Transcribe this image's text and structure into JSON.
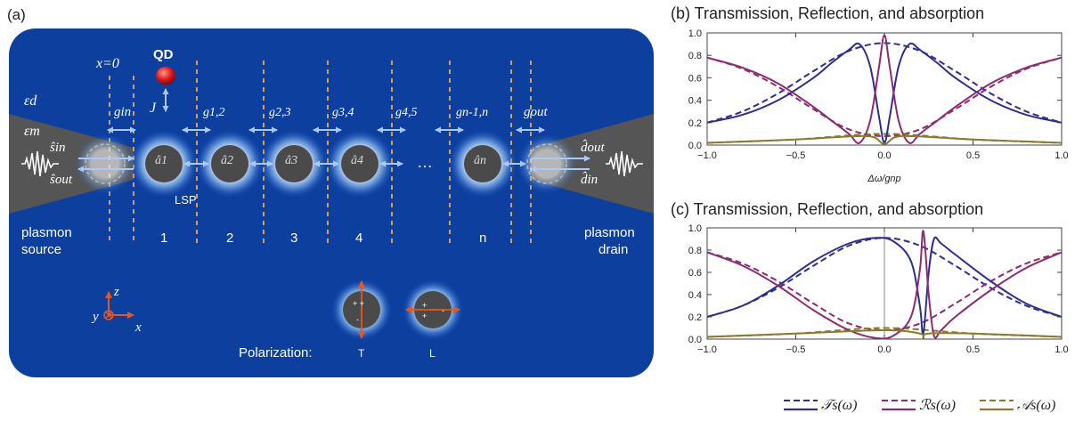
{
  "panel_a": {
    "label": "(a)",
    "x0_label": "x=0",
    "qd_label": "QD",
    "j_label": "J",
    "eps_d": "εd",
    "eps_m": "εm",
    "s_in": "ŝin",
    "s_out": "ŝout",
    "d_out": "d̂out",
    "d_in": "d̂in",
    "g_in": "gin",
    "g_out": "gout",
    "couplings": [
      "g1,2",
      "g2,3",
      "g3,4",
      "g4,5",
      "gn-1,n"
    ],
    "modes": [
      "â1",
      "â2",
      "â3",
      "â4",
      "ân"
    ],
    "numbers": [
      "1",
      "2",
      "3",
      "4",
      "n"
    ],
    "dots": "…",
    "lsp": "LSP",
    "source": [
      "plasmon",
      "source"
    ],
    "drain": [
      "plasmon",
      "drain"
    ],
    "axis_z": "z",
    "axis_y": "y",
    "axis_x": "x",
    "polarization": "Polarization:",
    "pol_T": "T",
    "pol_L": "L",
    "colors": {
      "background": "#0d3f9f",
      "particle": "#4a4a4a",
      "arrow": "#a9c9ff",
      "accent": "#e8561c",
      "dashed": "#c9a070"
    }
  },
  "legend": {
    "T": "𝒯s(ω)",
    "R": "ℛs(ω)",
    "A": "𝒜s(ω)"
  },
  "chart_data": [
    {
      "type": "line",
      "title": "(b) Transmission, Reflection, and absorption",
      "xlabel": "Δω/gnp",
      "ylabel": "",
      "xlim": [
        -1.0,
        1.0
      ],
      "ylim": [
        0.0,
        1.0
      ],
      "xticks": [
        "−1.0",
        "−0.5",
        "0.0",
        "0.5",
        "1.0"
      ],
      "yticks": [
        "0.0",
        "0.2",
        "0.4",
        "0.6",
        "0.8",
        "1.0"
      ],
      "grid": false,
      "series": [
        {
          "name": "T",
          "style": "dashed",
          "color": "#2e2e8e",
          "x": [
            -1.0,
            -0.8,
            -0.6,
            -0.4,
            -0.2,
            0.0,
            0.2,
            0.4,
            0.6,
            0.8,
            1.0
          ],
          "y": [
            0.2,
            0.3,
            0.46,
            0.66,
            0.84,
            0.91,
            0.84,
            0.66,
            0.46,
            0.3,
            0.2
          ]
        },
        {
          "name": "R",
          "style": "dashed",
          "color": "#8e2a6e",
          "x": [
            -1.0,
            -0.8,
            -0.6,
            -0.4,
            -0.2,
            0.0,
            0.2,
            0.4,
            0.6,
            0.8,
            1.0
          ],
          "y": [
            0.78,
            0.68,
            0.52,
            0.32,
            0.14,
            0.08,
            0.14,
            0.32,
            0.52,
            0.68,
            0.78
          ]
        },
        {
          "name": "A",
          "style": "dashed",
          "color": "#8a7a2a",
          "x": [
            -1.0,
            -0.5,
            0.0,
            0.5,
            1.0
          ],
          "y": [
            0.02,
            0.05,
            0.1,
            0.05,
            0.02
          ]
        },
        {
          "name": "T",
          "style": "solid",
          "color": "#2e2e8e",
          "x": [
            -1.0,
            -0.8,
            -0.6,
            -0.4,
            -0.3,
            -0.2,
            -0.14,
            -0.08,
            -0.03,
            0.0,
            0.03,
            0.08,
            0.14,
            0.2,
            0.3,
            0.4,
            0.6,
            0.8,
            1.0
          ],
          "y": [
            0.2,
            0.27,
            0.4,
            0.6,
            0.73,
            0.85,
            0.9,
            0.7,
            0.25,
            0.02,
            0.25,
            0.7,
            0.9,
            0.85,
            0.73,
            0.6,
            0.4,
            0.27,
            0.2
          ]
        },
        {
          "name": "R",
          "style": "solid",
          "color": "#8e2a6e",
          "x": [
            -1.0,
            -0.8,
            -0.6,
            -0.4,
            -0.3,
            -0.2,
            -0.14,
            -0.08,
            -0.03,
            0.0,
            0.03,
            0.08,
            0.14,
            0.2,
            0.3,
            0.4,
            0.6,
            0.8,
            1.0
          ],
          "y": [
            0.78,
            0.69,
            0.55,
            0.34,
            0.22,
            0.1,
            0.02,
            0.22,
            0.7,
            0.98,
            0.7,
            0.22,
            0.02,
            0.1,
            0.22,
            0.34,
            0.55,
            0.69,
            0.78
          ]
        },
        {
          "name": "A",
          "style": "solid",
          "color": "#8a7a2a",
          "x": [
            -1.0,
            -0.5,
            -0.1,
            0.0,
            0.1,
            0.5,
            1.0
          ],
          "y": [
            0.02,
            0.05,
            0.08,
            0.01,
            0.08,
            0.05,
            0.02
          ]
        }
      ]
    },
    {
      "type": "line",
      "title": "(c) Transmission, Reflection, and absorption",
      "xlabel": "",
      "ylabel": "",
      "xlim": [
        -1.0,
        1.0
      ],
      "ylim": [
        0.0,
        1.0
      ],
      "xticks": [
        "−1.0",
        "−0.5",
        "0.0",
        "0.5",
        "1.0"
      ],
      "yticks": [
        "0.0",
        "0.2",
        "0.4",
        "0.6",
        "0.8",
        "1.0"
      ],
      "grid": false,
      "series": [
        {
          "name": "T",
          "style": "dashed",
          "color": "#2e2e8e",
          "x": [
            -1.0,
            -0.8,
            -0.6,
            -0.4,
            -0.2,
            0.0,
            0.2,
            0.4,
            0.6,
            0.8,
            1.0
          ],
          "y": [
            0.2,
            0.3,
            0.46,
            0.66,
            0.84,
            0.91,
            0.84,
            0.66,
            0.46,
            0.3,
            0.2
          ]
        },
        {
          "name": "R",
          "style": "dashed",
          "color": "#8e2a6e",
          "x": [
            -1.0,
            -0.8,
            -0.6,
            -0.4,
            -0.2,
            0.0,
            0.2,
            0.4,
            0.6,
            0.8,
            1.0
          ],
          "y": [
            0.78,
            0.68,
            0.52,
            0.32,
            0.14,
            0.08,
            0.14,
            0.32,
            0.52,
            0.68,
            0.78
          ]
        },
        {
          "name": "A",
          "style": "dashed",
          "color": "#8a7a2a",
          "x": [
            -1.0,
            -0.5,
            0.0,
            0.5,
            1.0
          ],
          "y": [
            0.02,
            0.05,
            0.1,
            0.05,
            0.02
          ]
        },
        {
          "name": "T",
          "style": "solid",
          "color": "#2e2e8e",
          "x": [
            -1.0,
            -0.8,
            -0.6,
            -0.4,
            -0.2,
            -0.05,
            0.05,
            0.15,
            0.2,
            0.22,
            0.25,
            0.28,
            0.32,
            0.4,
            0.6,
            0.8,
            1.0
          ],
          "y": [
            0.2,
            0.3,
            0.48,
            0.7,
            0.86,
            0.91,
            0.88,
            0.7,
            0.3,
            0.05,
            0.6,
            0.9,
            0.86,
            0.76,
            0.52,
            0.32,
            0.2
          ]
        },
        {
          "name": "R",
          "style": "solid",
          "color": "#8e2a6e",
          "x": [
            -1.0,
            -0.8,
            -0.6,
            -0.4,
            -0.2,
            -0.05,
            0.05,
            0.15,
            0.2,
            0.22,
            0.25,
            0.28,
            0.32,
            0.4,
            0.6,
            0.8,
            1.0
          ],
          "y": [
            0.78,
            0.66,
            0.48,
            0.26,
            0.08,
            0.01,
            0.03,
            0.2,
            0.62,
            0.97,
            0.4,
            0.03,
            0.08,
            0.2,
            0.44,
            0.64,
            0.78
          ]
        },
        {
          "name": "A",
          "style": "solid",
          "color": "#8a7a2a",
          "x": [
            -1.0,
            -0.5,
            0.0,
            0.2,
            0.22,
            0.25,
            0.5,
            1.0
          ],
          "y": [
            0.02,
            0.05,
            0.08,
            0.05,
            0.01,
            0.05,
            0.05,
            0.02
          ]
        }
      ]
    }
  ]
}
